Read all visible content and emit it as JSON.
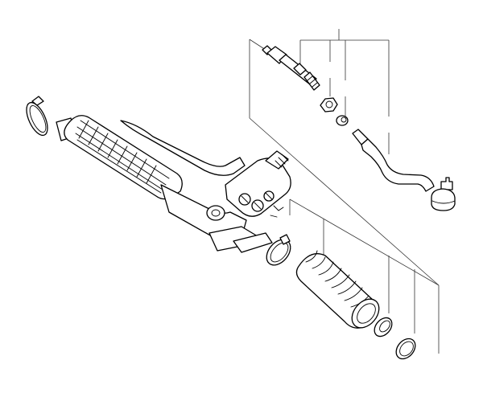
{
  "diagram": {
    "type": "exploded-parts-view",
    "subject": "steering-rack-assembly",
    "parts": [
      {
        "name": "inner-tie-rod"
      },
      {
        "name": "lock-nut"
      },
      {
        "name": "collar"
      },
      {
        "name": "outer-tie-rod-end"
      },
      {
        "name": "hose-clamp-left"
      },
      {
        "name": "steering-rack-housing"
      },
      {
        "name": "hose-clamp-right"
      },
      {
        "name": "bellows-boot"
      },
      {
        "name": "ring"
      },
      {
        "name": "clamp-small"
      }
    ],
    "colors": {
      "line": "#000000",
      "background": "#ffffff"
    }
  }
}
